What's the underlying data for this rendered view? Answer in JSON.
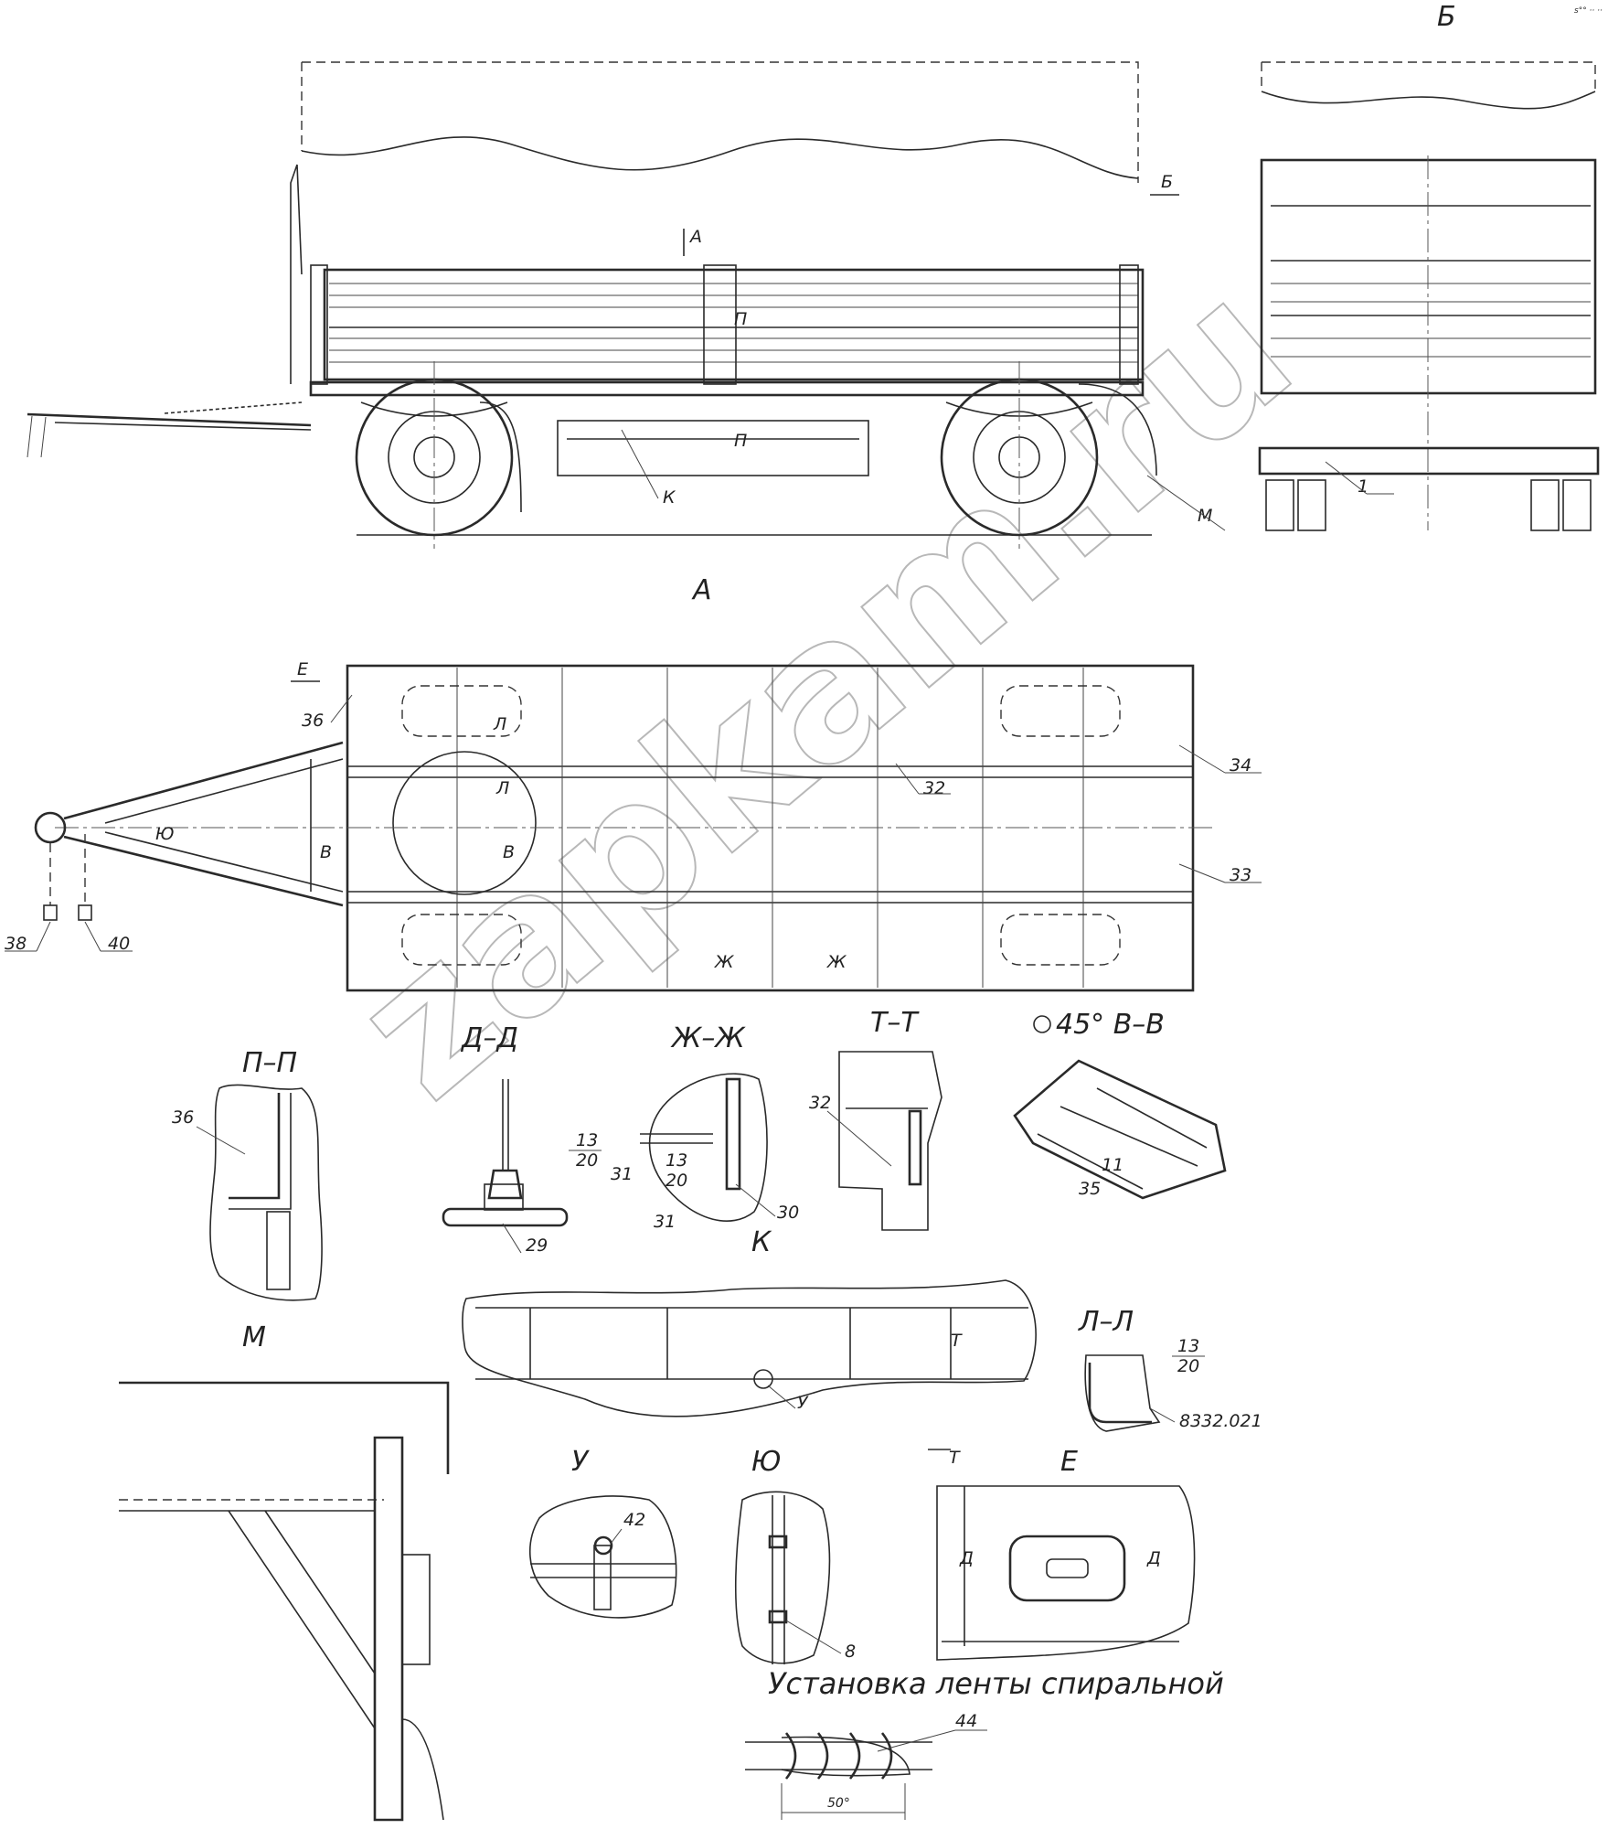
{
  "view_labels": {
    "view_a": "А",
    "view_b": "Б",
    "view_pp": "П–П",
    "view_dd": "Д–Д",
    "view_zhzh": "Ж–Ж",
    "view_tt": "Т–Т",
    "view_vv": "45° В–В",
    "view_k": "К",
    "view_m": "М",
    "view_ll": "Л–Л",
    "view_u": "У",
    "view_yu": "Ю",
    "view_e": "Е",
    "spiral_title": "Установка ленты спиральной"
  },
  "section_marks": {
    "a": "А",
    "b": "Б",
    "p": "П",
    "k": "К",
    "m": "М",
    "e": "Е",
    "l": "Л",
    "v": "В",
    "yu": "Ю",
    "zh": "Ж",
    "t": "Т",
    "u": "У",
    "d": "Д"
  },
  "callouts": {
    "c1": "1",
    "c8": "8",
    "c11": "11",
    "c13": "13",
    "c20": "20",
    "c29": "29",
    "c30": "30",
    "c31": "31",
    "c32": "32",
    "c33": "33",
    "c34": "34",
    "c35": "35",
    "c36": "36",
    "c38": "38",
    "c40": "40",
    "c42": "42",
    "c44": "44",
    "ref_part": "8332.021"
  },
  "dimensions": {
    "spiral_pitch": "50°"
  },
  "watermark": "zapkam.ru",
  "corner_note": "s°° ·· ··"
}
